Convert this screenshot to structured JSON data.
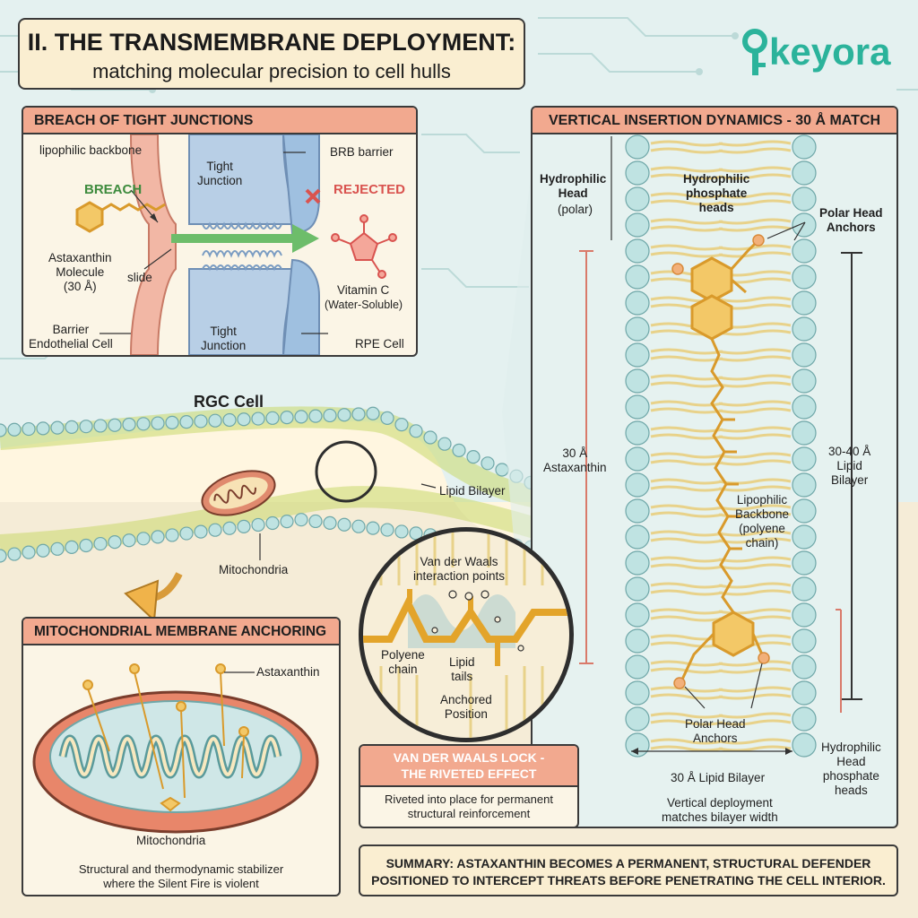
{
  "header": {
    "title": "II. THE TRANSMEMBRANE DEPLOYMENT:",
    "subtitle": "matching molecular precision to cell hulls"
  },
  "logo": {
    "text": "keyora",
    "color": "#2bb39b"
  },
  "colors": {
    "panel_header": "#f2a98f",
    "head_fill": "#bfe3e2",
    "astaxanthin": "#e3a42a",
    "membrane_bg": "#e6f2f0"
  },
  "breach_panel": {
    "title": "BREACH OF TIGHT JUNCTIONS",
    "lipophilic_backbone": "lipophilic\nbackbone",
    "breach": "BREACH",
    "molecule": "Astaxanthin\nMolecule\n(30 Å)",
    "slide": "slide",
    "tight_junction_top": "Tight\nJunction",
    "tight_junction_bottom": "Tight\nJunction",
    "brb_barrier": "BRB barrier",
    "rejected": "REJECTED",
    "vitamin_c": "Vitamin C",
    "water_soluble": "(Water-Soluble)",
    "barrier_cell": "Barrier\nEndothelial Cell",
    "rpe_cell": "RPE Cell"
  },
  "membrane_scene": {
    "rgc_cell": "RGC Cell",
    "lipid_bilayer": "Lipid Bilayer",
    "mitochondria": "Mitochondria"
  },
  "insertion_panel": {
    "title": "VERTICAL INSERTION DYNAMICS - 30 Å MATCH",
    "hydrophilic_head": "Hydrophilic\nHead",
    "polar": "(polar)",
    "phosphate_heads_top": "Hydrophilic\nphosphate\nheads",
    "polar_anchors_top": "Polar Head\nAnchors",
    "astaxanthin_length": "30 Å\nAstaxanthin",
    "bilayer_width": "30-40 Å\nLipid\nBilayer",
    "backbone": "Lipophilic\nBackbone\n(polyene\nchain)",
    "polar_anchors_bottom": "Polar Head\nAnchors",
    "phosphate_heads_bottom": "Hydrophilic\nHead\nphosphate\nheads",
    "dimension": "30 Å Lipid Bilayer",
    "caption": "Vertical deployment\nmatches bilayer width"
  },
  "zoom_circle": {
    "vdw_points": "Van der Waals\ninteraction points",
    "polyene": "Polyene\nchain",
    "lipid_tails": "Lipid\ntails",
    "anchored": "Anchored\nPosition"
  },
  "vdw_box": {
    "title": "VAN DER WAALS LOCK -\nTHE RIVETED EFFECT",
    "text": "Riveted into place for permanent\nstructural reinforcement"
  },
  "mito_panel": {
    "title": "MITOCHONDRIAL MEMBRANE ANCHORING",
    "astaxanthin": "Astaxanthin",
    "mitochondria": "Mitochondria",
    "caption": "Structural and thermodynamic stabilizer\nwhere the Silent Fire is violent"
  },
  "summary": {
    "text": "SUMMARY: ASTAXANTHIN BECOMES A PERMANENT, STRUCTURAL DEFENDER\nPOSITIONED TO INTERCEPT THREATS BEFORE PENETRATING THE CELL INTERIOR."
  }
}
